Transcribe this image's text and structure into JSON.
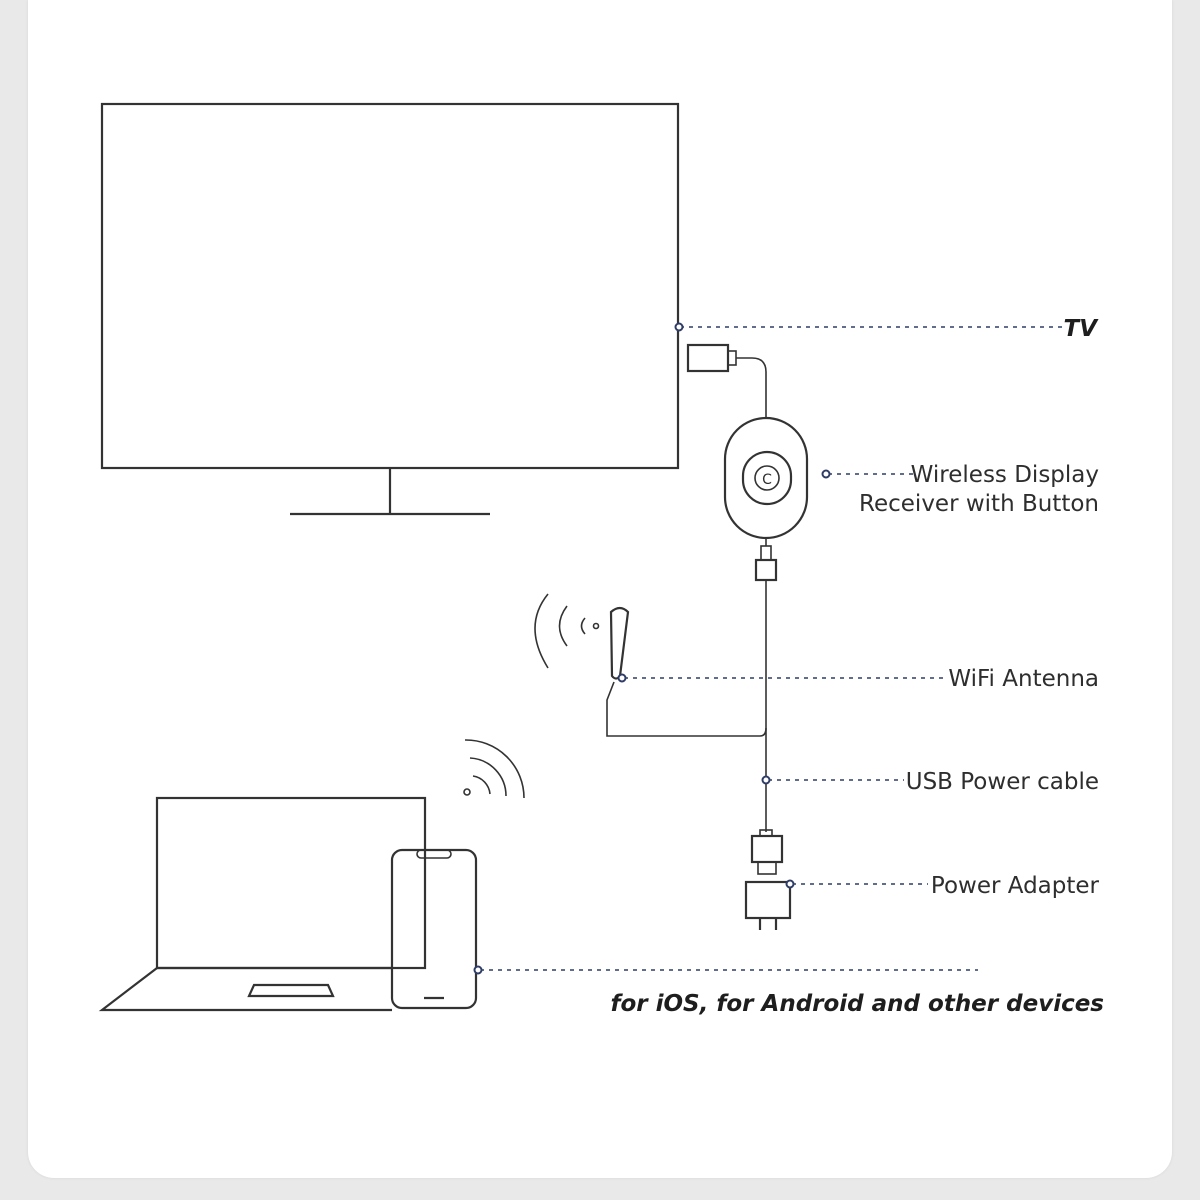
{
  "labels": {
    "tv": "TV",
    "receiver_line1": "Wireless Display",
    "receiver_line2": "Receiver with Button",
    "antenna": "WiFi Antenna",
    "usb": "USB Power cable",
    "adapter": "Power Adapter",
    "devices": "for iOS, for Android and other devices"
  },
  "receiver": {
    "button_glyph": "C"
  },
  "colors": {
    "leader": "#2f3c66",
    "line": "#333333",
    "background": "#ffffff"
  }
}
